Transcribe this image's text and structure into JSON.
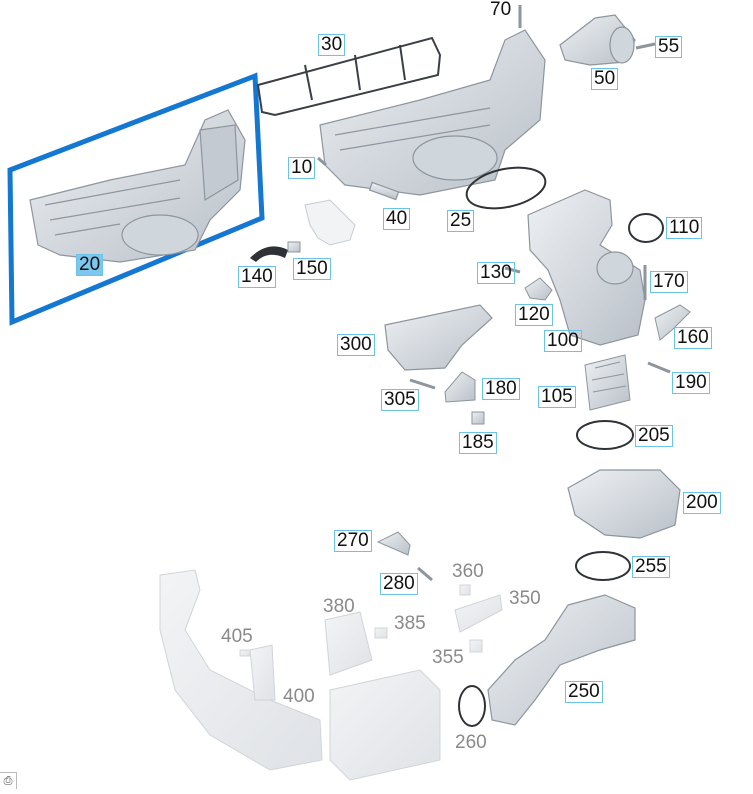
{
  "diagram": {
    "selected_part": "20",
    "colors": {
      "selection": "#1477d2",
      "label_highlight": "#7cc7ee",
      "label_border": "#6cc3e6",
      "part_fill": "#d8dde3",
      "part_stroke": "#8d959e",
      "faded_part": "#eceef1"
    }
  },
  "callouts": [
    {
      "id": "70",
      "label": "70"
    },
    {
      "id": "30",
      "label": "30"
    },
    {
      "id": "55",
      "label": "55"
    },
    {
      "id": "50",
      "label": "50"
    },
    {
      "id": "10",
      "label": "10"
    },
    {
      "id": "20",
      "label": "20"
    },
    {
      "id": "40",
      "label": "40"
    },
    {
      "id": "25",
      "label": "25"
    },
    {
      "id": "110",
      "label": "110"
    },
    {
      "id": "140",
      "label": "140"
    },
    {
      "id": "150",
      "label": "150"
    },
    {
      "id": "130",
      "label": "130"
    },
    {
      "id": "170",
      "label": "170"
    },
    {
      "id": "120",
      "label": "120"
    },
    {
      "id": "300",
      "label": "300"
    },
    {
      "id": "100",
      "label": "100"
    },
    {
      "id": "160",
      "label": "160"
    },
    {
      "id": "180",
      "label": "180"
    },
    {
      "id": "305",
      "label": "305"
    },
    {
      "id": "105",
      "label": "105"
    },
    {
      "id": "190",
      "label": "190"
    },
    {
      "id": "185",
      "label": "185"
    },
    {
      "id": "205",
      "label": "205"
    },
    {
      "id": "200",
      "label": "200"
    },
    {
      "id": "270",
      "label": "270"
    },
    {
      "id": "280",
      "label": "280"
    },
    {
      "id": "360",
      "label": "360"
    },
    {
      "id": "255",
      "label": "255"
    },
    {
      "id": "380",
      "label": "380"
    },
    {
      "id": "350",
      "label": "350"
    },
    {
      "id": "385",
      "label": "385"
    },
    {
      "id": "405",
      "label": "405"
    },
    {
      "id": "355",
      "label": "355"
    },
    {
      "id": "400",
      "label": "400"
    },
    {
      "id": "250",
      "label": "250"
    },
    {
      "id": "260",
      "label": "260"
    }
  ],
  "footer": {
    "icon": "print-icon"
  }
}
